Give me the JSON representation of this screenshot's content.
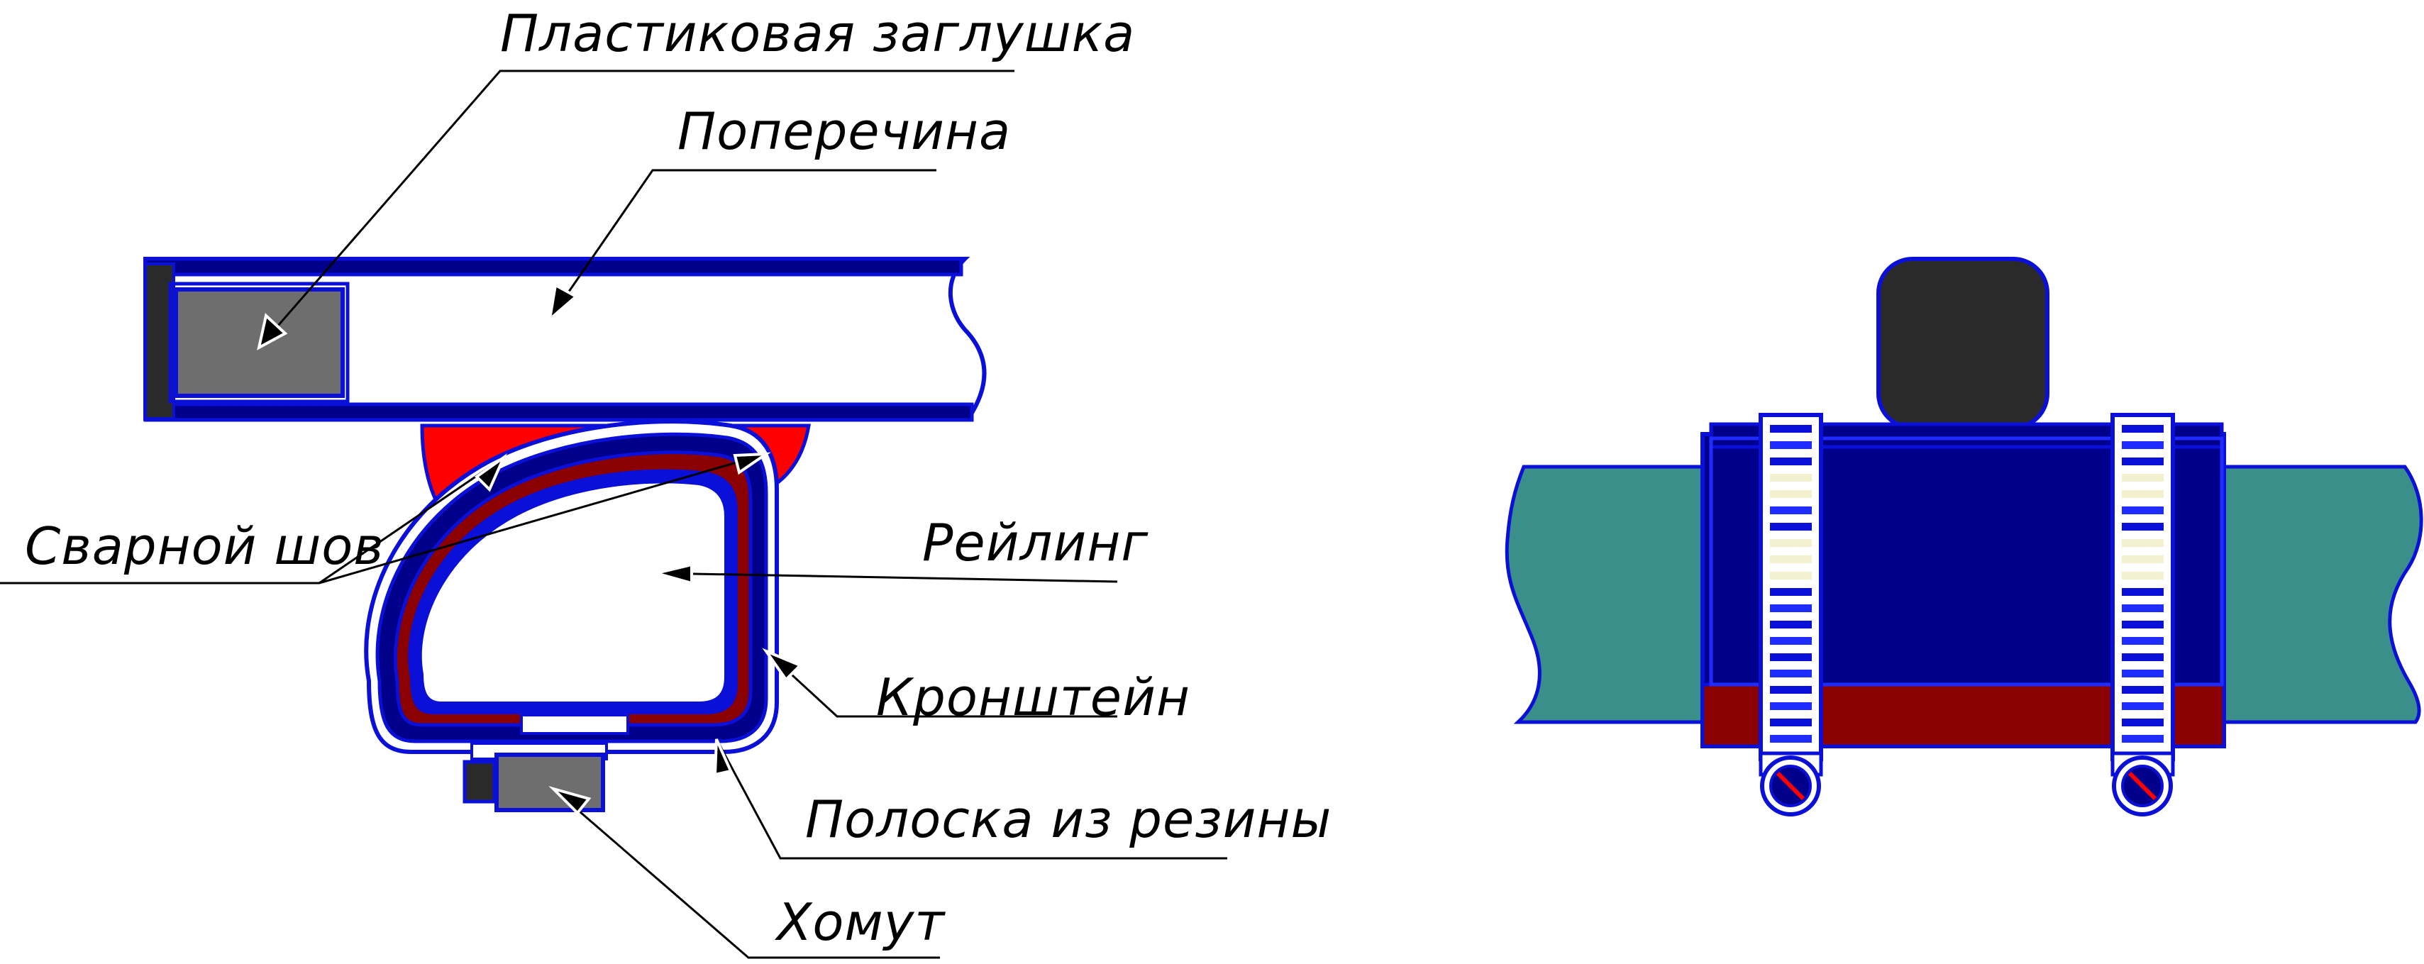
{
  "labels": {
    "plastic_cap": "Пластиковая заглушка",
    "crossbar": "Поперечина",
    "weld": "Сварной шов",
    "rail": "Рейлинг",
    "bracket": "Кронштейн",
    "rubber_strip": "Полоска из резины",
    "clamp": "Хомут"
  },
  "colors": {
    "outline_blue": "#0a10d8",
    "navy": "#00008b",
    "weld_red": "#ff0000",
    "rubber_maroon": "#8b0000",
    "plug_gray": "#6e6e6e",
    "dark_block": "#2a2a2a",
    "rail_teal": "#3a8f8a",
    "clamp_band": "#f3f0d0",
    "clamp_blue": "#1e2cff"
  }
}
